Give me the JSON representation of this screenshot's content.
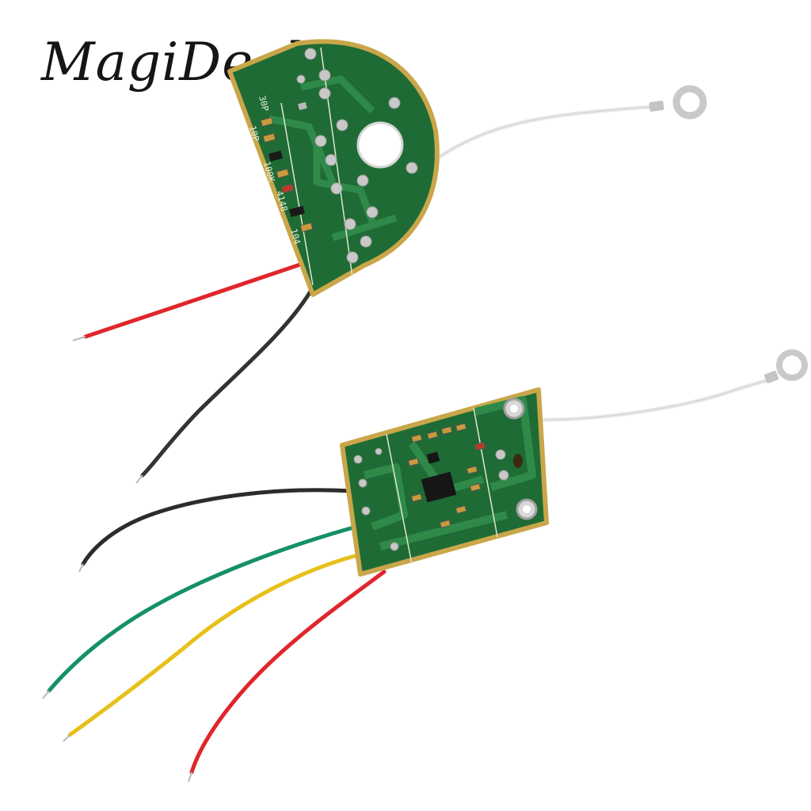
{
  "watermark": {
    "text": "MagiDeal"
  },
  "transmitter_board": {
    "silkscreen": [
      "30P",
      "10P",
      "100K",
      "4148",
      "104"
    ],
    "wire_colors": {
      "antenna": "#e9e9e9",
      "power_positive": "#e0262b",
      "power_negative": "#333333"
    }
  },
  "receiver_board": {
    "wire_colors": {
      "antenna": "#e9e9e9",
      "black": "#2c2c2c",
      "green": "#159067",
      "yellow": "#e7c01a",
      "red": "#e0262b"
    }
  },
  "colors": {
    "pcb_green": "#1f6b35",
    "pcb_edge": "#c9a64a",
    "pcb_trace": "#2f8a4a",
    "pad": "#c8c8c8",
    "background": "#ffffff"
  }
}
